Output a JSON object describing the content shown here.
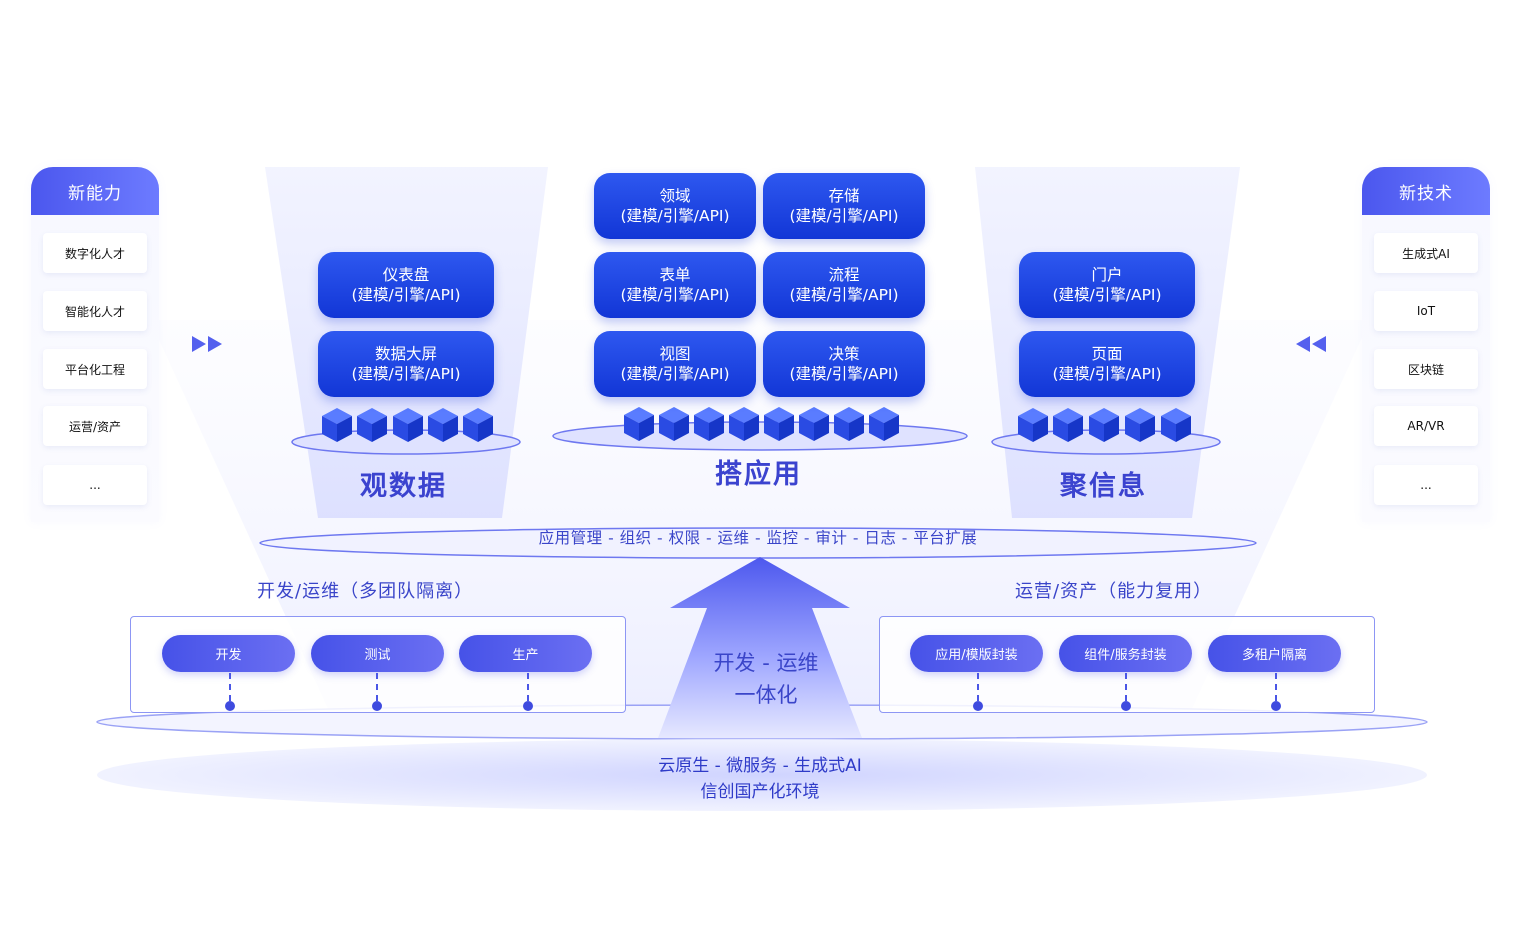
{
  "left_panel": {
    "title": "新能力",
    "items": [
      "数字化人才",
      "智能化人才",
      "平台化工程",
      "运营/资产",
      "..."
    ]
  },
  "right_panel": {
    "title": "新技术",
    "items": [
      "生成式AI",
      "IoT",
      "区块链",
      "AR/VR",
      "..."
    ]
  },
  "stages": {
    "left": {
      "title": "观数据",
      "tiles": [
        {
          "name": "仪表盘",
          "sub": "(建模/引擎/API)"
        },
        {
          "name": "数据大屏",
          "sub": "(建模/引擎/API)"
        }
      ]
    },
    "center": {
      "title": "搭应用",
      "tiles": [
        {
          "name": "领域",
          "sub": "(建模/引擎/API)"
        },
        {
          "name": "存储",
          "sub": "(建模/引擎/API)"
        },
        {
          "name": "表单",
          "sub": "(建模/引擎/API)"
        },
        {
          "name": "流程",
          "sub": "(建模/引擎/API)"
        },
        {
          "name": "视图",
          "sub": "(建模/引擎/API)"
        },
        {
          "name": "决策",
          "sub": "(建模/引擎/API)"
        }
      ]
    },
    "right": {
      "title": "聚信息",
      "tiles": [
        {
          "name": "门户",
          "sub": "(建模/引擎/API)"
        },
        {
          "name": "页面",
          "sub": "(建模/引擎/API)"
        }
      ]
    }
  },
  "platform_bar": "应用管理 - 组织 - 权限 - 运维 - 监控 - 审计 - 日志 - 平台扩展",
  "devops": {
    "label": "开发/运维（多团队隔离）",
    "pills": [
      "开发",
      "测试",
      "生产"
    ]
  },
  "operations": {
    "label": "运营/资产（能力复用）",
    "pills": [
      "应用/模版封装",
      "组件/服务封装",
      "多租户隔离"
    ]
  },
  "arrow": {
    "line1": "开发 - 运维",
    "line2": "一体化"
  },
  "base": {
    "line1": "云原生 - 微服务 - 生成式AI",
    "line2": "信创国产化环境"
  },
  "colors": {
    "primary": "#1e44e0",
    "accent": "#4b57ee",
    "text_accent": "#3b43cf"
  }
}
